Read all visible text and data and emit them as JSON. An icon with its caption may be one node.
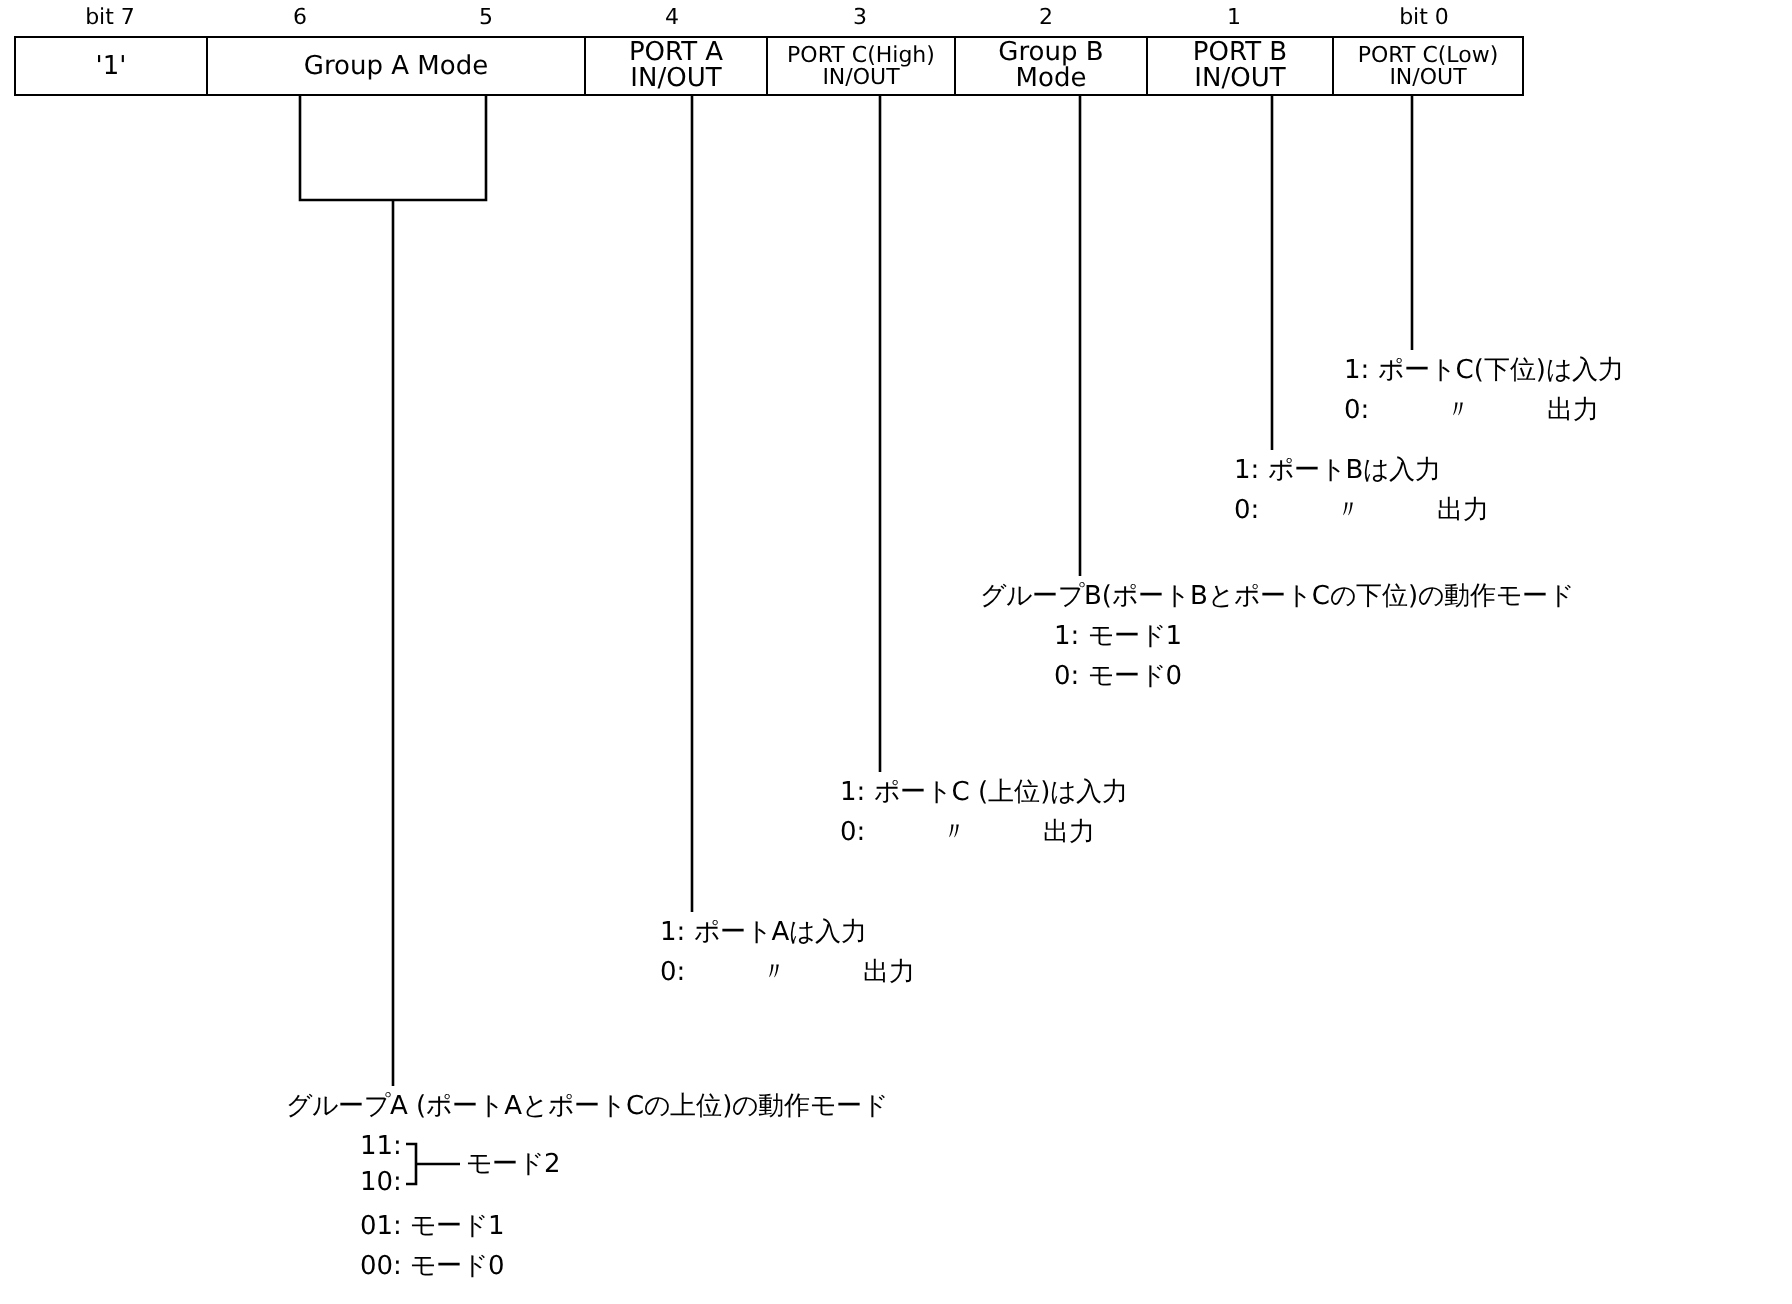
{
  "diagram": {
    "nodes": [
      {
        "text": [
          "'1'"
        ]
      },
      {
        "text": [
          "Group A Mode"
        ]
      },
      {
        "text": [
          "PORT A IN/OUT"
        ]
      },
      {
        "text": [
          "PORT C(High) IN/OUT"
        ]
      },
      {
        "text": [
          "Group B Mode"
        ]
      },
      {
        "text": [
          "PORT B IN/OUT"
        ]
      },
      {
        "text": [
          "PORT C(Low) IN/OUT"
        ]
      },
      {
        "text": [
          "1: ポートC(下位)は入力",
          "0: 〃 出力"
        ]
      },
      {
        "text": [
          "1: ポートBは入力",
          "0: 〃 出力"
        ]
      },
      {
        "text": [
          "グループB(ポートBとポートCの下位)の動作モード",
          "1: モード1",
          "0: モード0"
        ]
      },
      {
        "text": [
          "1: ポートC (上位)は入力",
          "0: 〃 出力"
        ]
      },
      {
        "text": [
          "1: ポートAは入力",
          "0: 〃 出力"
        ]
      },
      {
        "text": [
          "グループA (ポートAとポートCの上位)の動作モード",
          "11:",
          "10:",
          "モード2",
          "01: モード1",
          "00: モード0"
        ]
      }
    ],
    "edges": [
      {
        "from": 6,
        "to": 7,
        "arrow": "none"
      },
      {
        "from": 5,
        "to": 8,
        "arrow": "none"
      },
      {
        "from": 4,
        "to": 9,
        "arrow": "none"
      },
      {
        "from": 3,
        "to": 10,
        "arrow": "none"
      },
      {
        "from": 2,
        "to": 11,
        "arrow": "none"
      },
      {
        "from": 1,
        "to": 12,
        "arrow": "none"
      }
    ],
    "labels": [
      "bit 7",
      "6",
      "5",
      "4",
      "3",
      "2",
      "1",
      "bit 0"
    ]
  }
}
